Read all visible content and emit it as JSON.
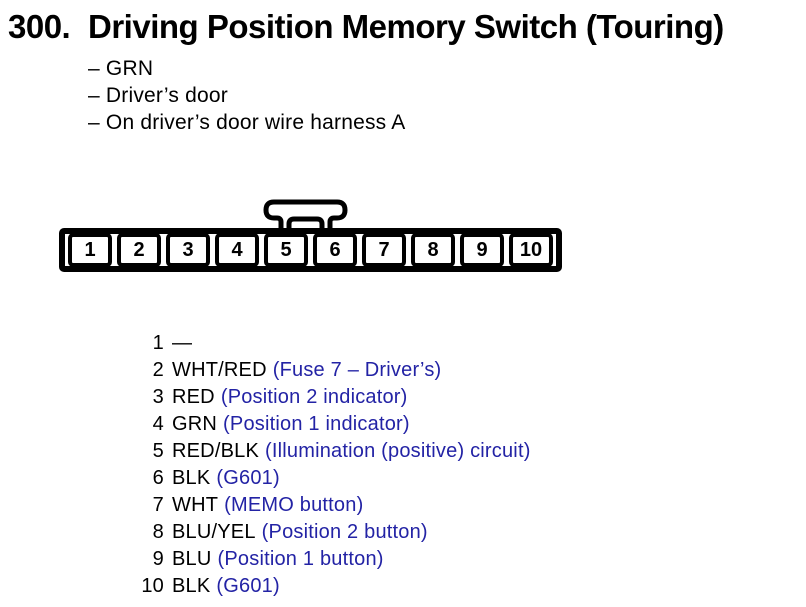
{
  "title": {
    "number": "300.",
    "text": "Driving Position Memory Switch (Touring)"
  },
  "details": [
    "– GRN",
    "– Driver’s door",
    "– On driver’s door wire harness A"
  ],
  "connector": {
    "pins": [
      "1",
      "2",
      "3",
      "4",
      "5",
      "6",
      "7",
      "8",
      "9",
      "10"
    ]
  },
  "pin_list": [
    {
      "pin": "1",
      "wire": "—",
      "description": ""
    },
    {
      "pin": "2",
      "wire": "WHT/RED",
      "description": "(Fuse 7 – Driver’s)"
    },
    {
      "pin": "3",
      "wire": "RED",
      "description": "(Position 2 indicator)"
    },
    {
      "pin": "4",
      "wire": "GRN",
      "description": "(Position 1 indicator)"
    },
    {
      "pin": "5",
      "wire": "RED/BLK",
      "description": "(Illumination (positive) circuit)"
    },
    {
      "pin": "6",
      "wire": "BLK",
      "description": "(G601)"
    },
    {
      "pin": "7",
      "wire": "WHT",
      "description": "(MEMO button)"
    },
    {
      "pin": "8",
      "wire": "BLU/YEL",
      "description": "(Position 2 button)"
    },
    {
      "pin": "9",
      "wire": "BLU",
      "description": "(Position 1 button)"
    },
    {
      "pin": "10",
      "wire": "BLK",
      "description": "(G601)"
    }
  ],
  "colors": {
    "text": "#000000",
    "annotation": "#2323a5",
    "background": "#ffffff",
    "line": "#000000"
  }
}
